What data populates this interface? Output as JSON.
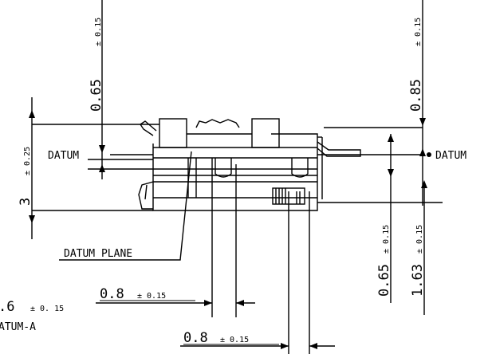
{
  "dims": {
    "top_left": {
      "value": "0.65",
      "tol": "± 0.15"
    },
    "top_right": {
      "value": "0.85",
      "tol": "± 0.15"
    },
    "left_height": {
      "value": "3",
      "tol": "± 0.25"
    },
    "right_a": {
      "value": "0.65",
      "tol": "± 0.15"
    },
    "right_b": {
      "value": "1.63",
      "tol": "± 0.15"
    },
    "bottom_a": {
      "value": "0.8",
      "tol": "± 0.15"
    },
    "bottom_b": {
      "value": "0.8",
      "tol": "± 0.15"
    },
    "cut_left": {
      "value": ".6",
      "tol": "± 0. 15"
    }
  },
  "labels": {
    "datum_left": "DATUM",
    "datum_right": "DATUM",
    "datum_plane": "DATUM PLANE",
    "datum_a": "ATUM-A"
  }
}
